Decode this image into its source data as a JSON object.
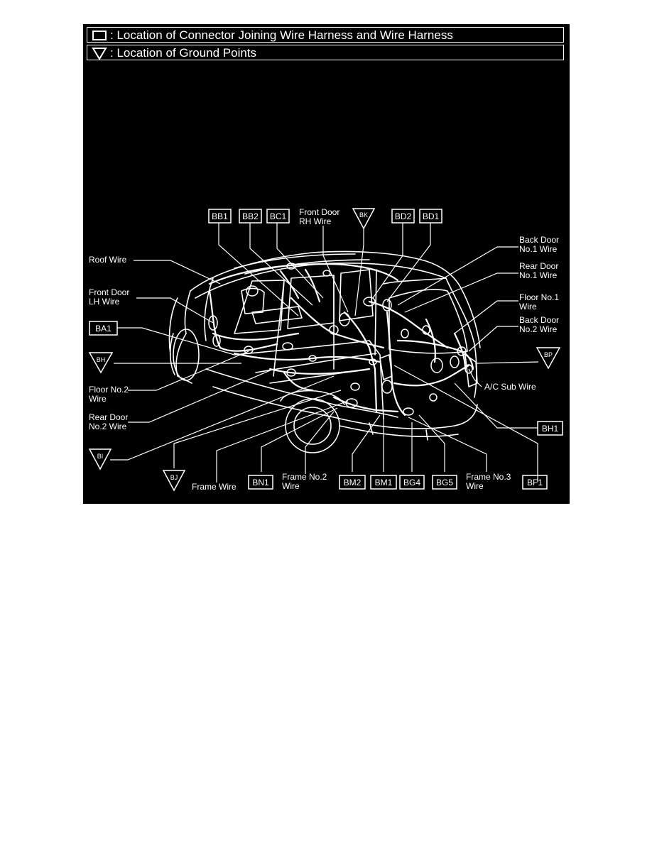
{
  "legend": {
    "connector_text": ": Location of Connector Joining Wire Harness and Wire Harness",
    "ground_text": ": Location of Ground Points"
  },
  "connectors": [
    "BB1",
    "BB2",
    "BC1",
    "BD2",
    "BD1",
    "BA1",
    "BH1",
    "BN1",
    "BM2",
    "BM1",
    "BG4",
    "BG5",
    "BF1"
  ],
  "grounds": [
    "BK",
    "BH",
    "BP",
    "BI",
    "BJ"
  ],
  "wire_labels": {
    "front_door_rh": [
      "Front Door",
      "RH Wire"
    ],
    "roof": [
      "Roof Wire"
    ],
    "front_door_lh": [
      "Front Door",
      "LH Wire"
    ],
    "floor2": [
      "Floor No.2",
      "Wire"
    ],
    "rear_door2": [
      "Rear Door",
      "No.2 Wire"
    ],
    "back_door1": [
      "Back Door",
      "No.1 Wire"
    ],
    "rear_door1": [
      "Rear Door",
      "No.1 Wire"
    ],
    "floor1": [
      "Floor No.1",
      "Wire"
    ],
    "back_door2": [
      "Back Door",
      "No.2 Wire"
    ],
    "ac_sub": [
      "A/C Sub Wire"
    ],
    "frame": [
      "Frame Wire"
    ],
    "frame2": [
      "Frame No.2",
      "Wire"
    ],
    "frame3": [
      "Frame No.3",
      "Wire"
    ]
  }
}
